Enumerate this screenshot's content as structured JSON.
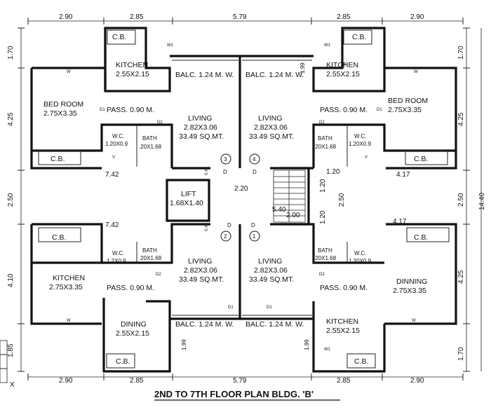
{
  "title": "2ND TO 7TH  FLOOR PLAN BLDG. 'B'",
  "dimensions": {
    "top": [
      "2.90",
      "2.85",
      "5.79",
      "2.85",
      "2.90"
    ],
    "bottom": [
      "2.90",
      "2.85",
      "5.79",
      "2.85",
      "2.90"
    ],
    "left": [
      "1.70",
      "4.25",
      "2.50",
      "4.10",
      "1.85"
    ],
    "right": [
      "1.70",
      "4.25",
      "2.50",
      "14.40",
      "4.25",
      "1.70"
    ],
    "interior": {
      "w742_top": "7.42",
      "w742_bot": "7.42",
      "w417_top": "4.17",
      "w417_bot": "4.17",
      "lift_w": "2.20",
      "stair_540": "5.40",
      "stair_200": "2.00",
      "r120a": "1.20",
      "r120b": "1.20",
      "r120c": "1.20",
      "r250": "2.50",
      "d045a": "0.45",
      "d045b": "0.45",
      "d199a": "1.99",
      "d199b": "1.99",
      "d199c": "1.99"
    }
  },
  "rooms": {
    "cb_tl": "C.B.",
    "cb_tr": "C.B.",
    "cb_l1": "C.B.",
    "cb_r1": "C.B.",
    "cb_l2": "C.B.",
    "cb_r2": "C.B.",
    "cb_bl": "C.B.",
    "cb_br": "C.B.",
    "kitchen_tl": "KITCHEN",
    "kitchen_tl_size": "2.55X2.15",
    "kitchen_tr": "KITCHEN",
    "kitchen_tr_size": "2.55X2.15",
    "bed_l": "BED ROOM",
    "bed_l_size": "2.75X3.35",
    "bed_r": "BED ROOM",
    "bed_r_size": "2.75X3.35",
    "balc_tl": "BALC. 1.24 M. W.",
    "balc_tr": "BALC. 1.24 M. W.",
    "pass_tl": "PASS. 0.90 M.",
    "pass_tr": "PASS. 0.90 M.",
    "living_tl": "LIVING",
    "living_tl_size": "2.82X3.06",
    "living_tl_area": "33.49 SQ.MT.",
    "living_tr": "LIVING",
    "living_tr_size": "2.82X3.06",
    "living_tr_area": "33.49 SQ.MT.",
    "wc_tl": "W.C.",
    "wc_tl_size": "1.20X0.9",
    "bath_tl": "BATH",
    "bath_tl_size": ".20X1.68",
    "wc_tr": "W.C.",
    "wc_tr_size": "1.20X0.9",
    "bath_tr": "BATH",
    "bath_tr_size": ".20X1.68",
    "lift": "LIFT",
    "lift_size": "1.68X1.40",
    "kitchen_bl": "KITCHEN",
    "kitchen_bl_size": "2.75X3.35",
    "wc_bl": "W.C.",
    "wc_bl_size": "1.2X0.9",
    "bath_bl": "BATH",
    "bath_bl_size": ".20X1.68",
    "living_bl": "LIVING",
    "living_bl_size": "2.82X3.06",
    "living_bl_area": "33.49 SQ.MT.",
    "living_br": "LIVING",
    "living_br_size": "2.82X3.06",
    "living_br_area": "33.49 SQ.MT.",
    "bath_br": "BATH",
    "bath_br_size": ".20X1.68",
    "wc_br": "W.C.",
    "wc_br_size": "1.20X0.9",
    "pass_bl": "PASS. 0.90 M.",
    "pass_br": "PASS. 0.90 M.",
    "dinning_r": "DINNING",
    "dinning_r_size": "2.75X3.35",
    "dining_l": "DINING",
    "dining_l_size": "2.55X2.15",
    "balc_bl": "BALC. 1.24 M. W.",
    "balc_br": "BALC. 1.24 M. W.",
    "kitchen_br": "KITCHEN",
    "kitchen_br_size": "2.55X2.15"
  },
  "markers": {
    "flat1": "1",
    "flat2": "2",
    "flat3": "3",
    "flat4": "4",
    "door_d": "D",
    "door_d1": "D1",
    "door_d2": "D2",
    "window_w": "W",
    "window_w1": "W1",
    "vent_v": "V",
    "legend_x": "X"
  }
}
